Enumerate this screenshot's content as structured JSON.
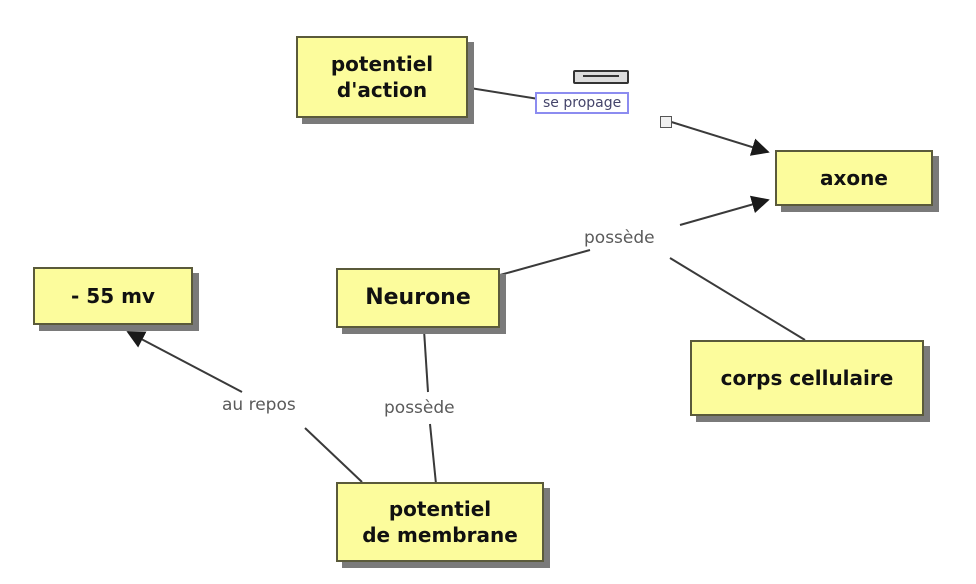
{
  "concepts": {
    "potentiel_action": "potentiel\nd'action",
    "axone": "axone",
    "neurone": "Neurone",
    "minus_55_mv": "- 55 mv",
    "corps_cellulaire": "corps cellulaire",
    "potentiel_membrane": "potentiel\nde membrane"
  },
  "links": {
    "se_propage": "se propage",
    "possede_axone": "possède",
    "possede_membrane": "possède",
    "au_repos": "au repos"
  },
  "colors": {
    "concept_fill": "#fcfc9c",
    "concept_border": "#5a5a3a",
    "shadow": "#7a7a7a",
    "line": "#3a3a3a",
    "selection": "#8c8cf0"
  }
}
